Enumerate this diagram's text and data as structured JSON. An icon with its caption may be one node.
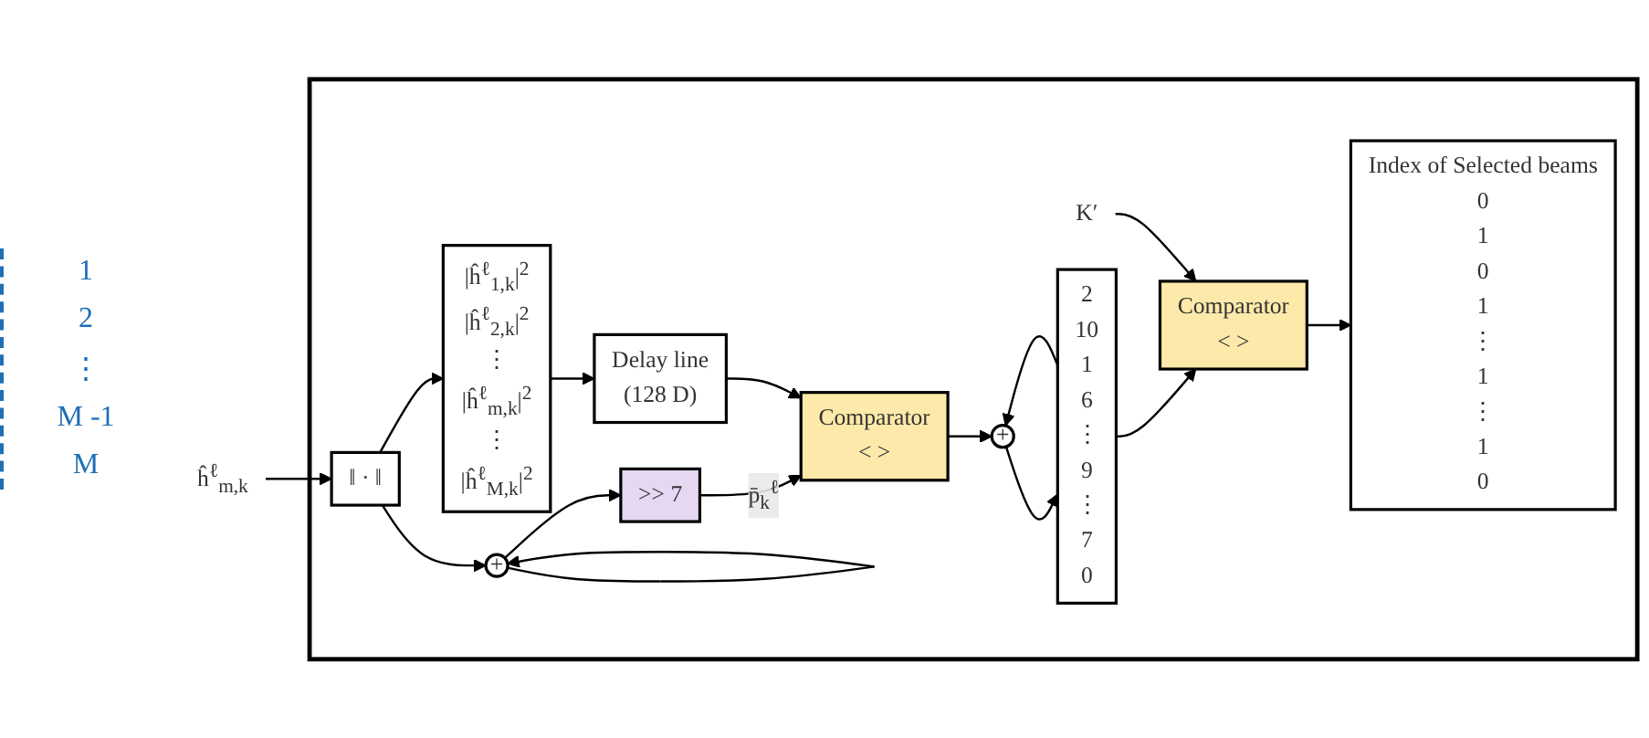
{
  "diagram": {
    "nodes": [
      {
        "text": [],
        "shape": "box"
      },
      {
        "text": [
          "ĥ$^{ℓ}$$_{m,k}$"
        ]
      },
      {
        "text": [
          "‖ · ‖"
        ],
        "in": 0
      },
      {
        "text": [
          "+"
        ],
        "in": 0
      },
      {
        "text": [
          ">> 7"
        ],
        "in": 0
      },
      {
        "text": [
          "Comparator",
          "< >"
        ],
        "in": 0
      },
      {
        "text": [
          "+"
        ],
        "in": 0
      },
      {
        "text": [
          "|ĥ$^{ℓ}$$_{1,k}$|$^{2}$",
          "|ĥ$^{ℓ}$$_{2,k}$|$^{2}$",
          "⋮",
          "|ĥ$^{ℓ}$$_{m,k}$|$^{2}$",
          "⋮",
          "|ĥ$^{ℓ}$$_{M,k}$|$^{2}$"
        ],
        "in": 0
      },
      {
        "text": [
          "Delay line",
          "(128 D)"
        ],
        "in": 0
      },
      {
        "text": [
          "2",
          "10",
          "1",
          "6",
          "⋮",
          "9",
          "⋮",
          "7",
          "0"
        ],
        "in": 0
      },
      {
        "text": [
          "Comparator",
          "< >"
        ],
        "in": 0
      },
      {
        "text": [
          "K′"
        ],
        "in": 0
      },
      {
        "text": [
          "Index of Selected beams",
          "0",
          "1",
          "0",
          "1",
          "⋮",
          "1",
          "⋮",
          "1",
          "0"
        ],
        "in": 0
      }
    ],
    "edges": [
      {
        "from": 1,
        "to": 2,
        "arrow": "to"
      },
      {
        "from": 2,
        "to": 3,
        "arrow": "to"
      },
      {
        "from": 3,
        "to": 4,
        "arrow": "to"
      },
      {
        "from": 3,
        "to": 3,
        "arrow": "to"
      },
      {
        "from": 2,
        "to": 7,
        "arrow": "to"
      },
      {
        "from": 4,
        "to": 5,
        "label": "p̄$_{k}$$^{ℓ}$",
        "arrow": "to"
      },
      {
        "from": 7,
        "to": 8,
        "arrow": "to"
      },
      {
        "from": 8,
        "to": 5,
        "arrow": "to"
      },
      {
        "from": 5,
        "to": 6,
        "arrow": "to"
      },
      {
        "from": 6,
        "to": 9,
        "arrow": "to"
      },
      {
        "from": 9,
        "to": 6,
        "arrow": "to"
      },
      {
        "from": 9,
        "to": 10,
        "arrow": "to"
      },
      {
        "from": 11,
        "to": 10,
        "arrow": "to"
      },
      {
        "from": 10,
        "to": 12,
        "arrow": "to"
      }
    ],
    "labels": [
      "1",
      "2",
      "⋮",
      "M -1",
      "M"
    ]
  }
}
